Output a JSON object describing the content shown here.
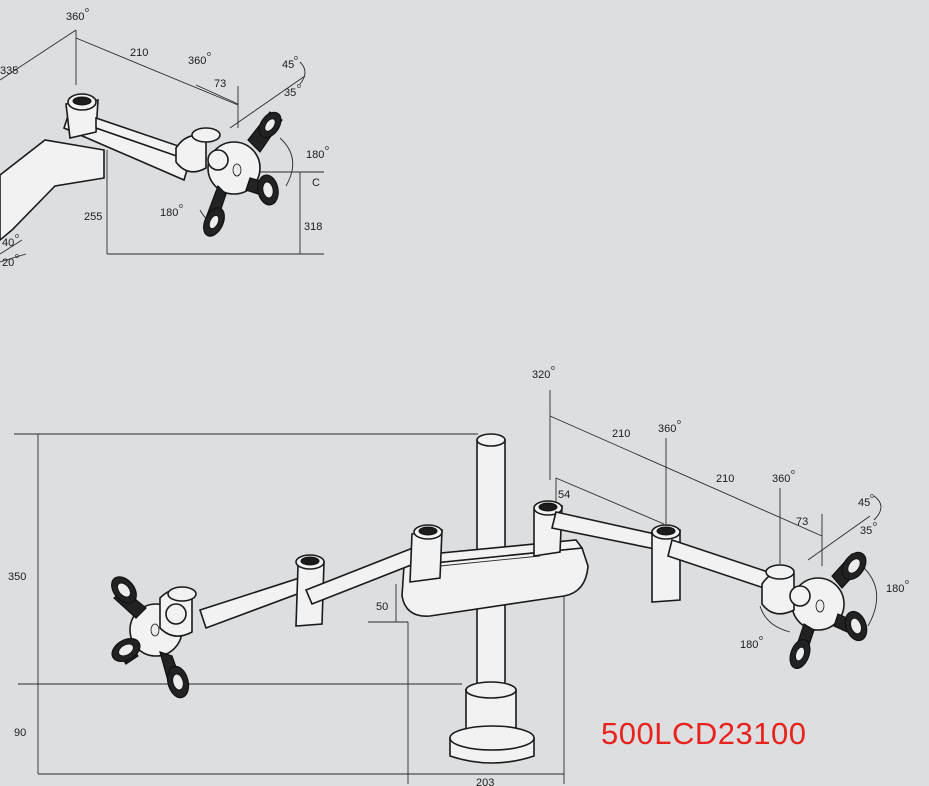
{
  "model_code": "500LCD23100",
  "colors": {
    "background": "#dcdee0",
    "model_code": "#e8231d",
    "line": "#2b2b2b"
  },
  "top_view": {
    "labels": {
      "rot_base": "360",
      "dim_335": "335",
      "dim_210": "210",
      "rot_joint": "360",
      "dim_73": "73",
      "tilt_up": "45",
      "tilt_down": "35",
      "pivot_right": "180",
      "letter_c": "C",
      "pivot_bottom": "180",
      "height_255": "255",
      "height_318": "318",
      "angle_40": "40",
      "angle_20": "20"
    }
  },
  "bottom_view": {
    "labels": {
      "rot_top": "320",
      "dim_210_a": "210",
      "rot_joint_a": "360",
      "dim_210_b": "210",
      "rot_joint_b": "360",
      "dim_54": "54",
      "tilt_up": "45",
      "dim_73": "73",
      "tilt_down": "35",
      "pivot_right": "180",
      "pivot_bottom": "180",
      "height_350": "350",
      "height_50": "50",
      "height_90": "90",
      "width_203": "203"
    }
  }
}
